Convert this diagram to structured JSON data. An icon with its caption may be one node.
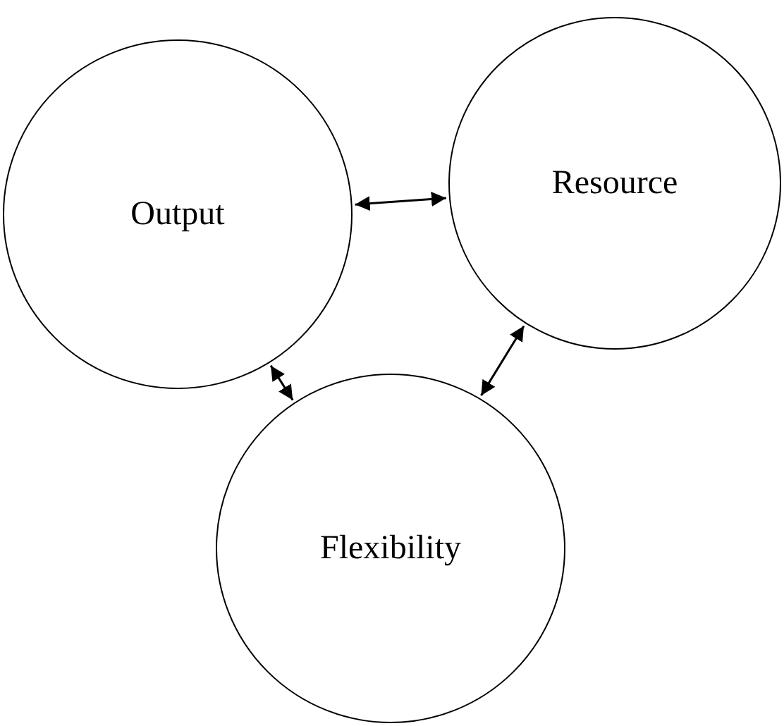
{
  "diagram": {
    "nodes": [
      {
        "text": [
          "Output"
        ]
      },
      {
        "text": [
          "Resource"
        ]
      },
      {
        "text": [
          "Flexibility"
        ]
      }
    ],
    "edges": [
      {
        "from": 0,
        "to": 1,
        "arrow": "both"
      },
      {
        "from": 0,
        "to": 2,
        "arrow": "both"
      },
      {
        "from": 1,
        "to": 2,
        "arrow": "both"
      }
    ]
  }
}
